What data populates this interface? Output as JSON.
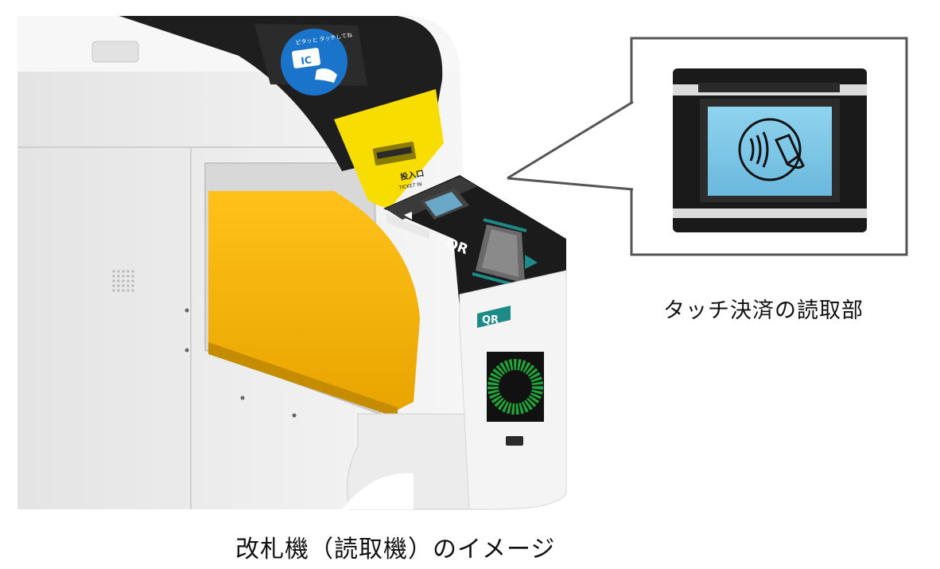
{
  "captions": {
    "reader": "タッチ決済の読取部",
    "gate": "改札機（読取機）のイメージ"
  },
  "gate": {
    "ic_badge_small_text": "ピタッと\nタッチしてね",
    "ic_badge_label": "IC",
    "ticket_slot_label": "投入口",
    "ticket_slot_label_en": "TICKET IN",
    "qr_top_label": "QR",
    "qr_side_label": "QR"
  },
  "icons": [
    "contactless-payment-icon",
    "ic-card-touch-icon",
    "qr-reader-arrow-icon",
    "ok-circle-indicator-icon"
  ],
  "colors": {
    "flap_yellow": "#f7b500",
    "slot_yellow": "#f8de00",
    "ic_blue": "#1a74c9",
    "qr_teal": "#1c8a86",
    "reader_screen": "#7fc9e8",
    "indicator_green": "#1fa53a",
    "body_white": "#f2f2f2",
    "panel_black": "#1e1e1e"
  }
}
